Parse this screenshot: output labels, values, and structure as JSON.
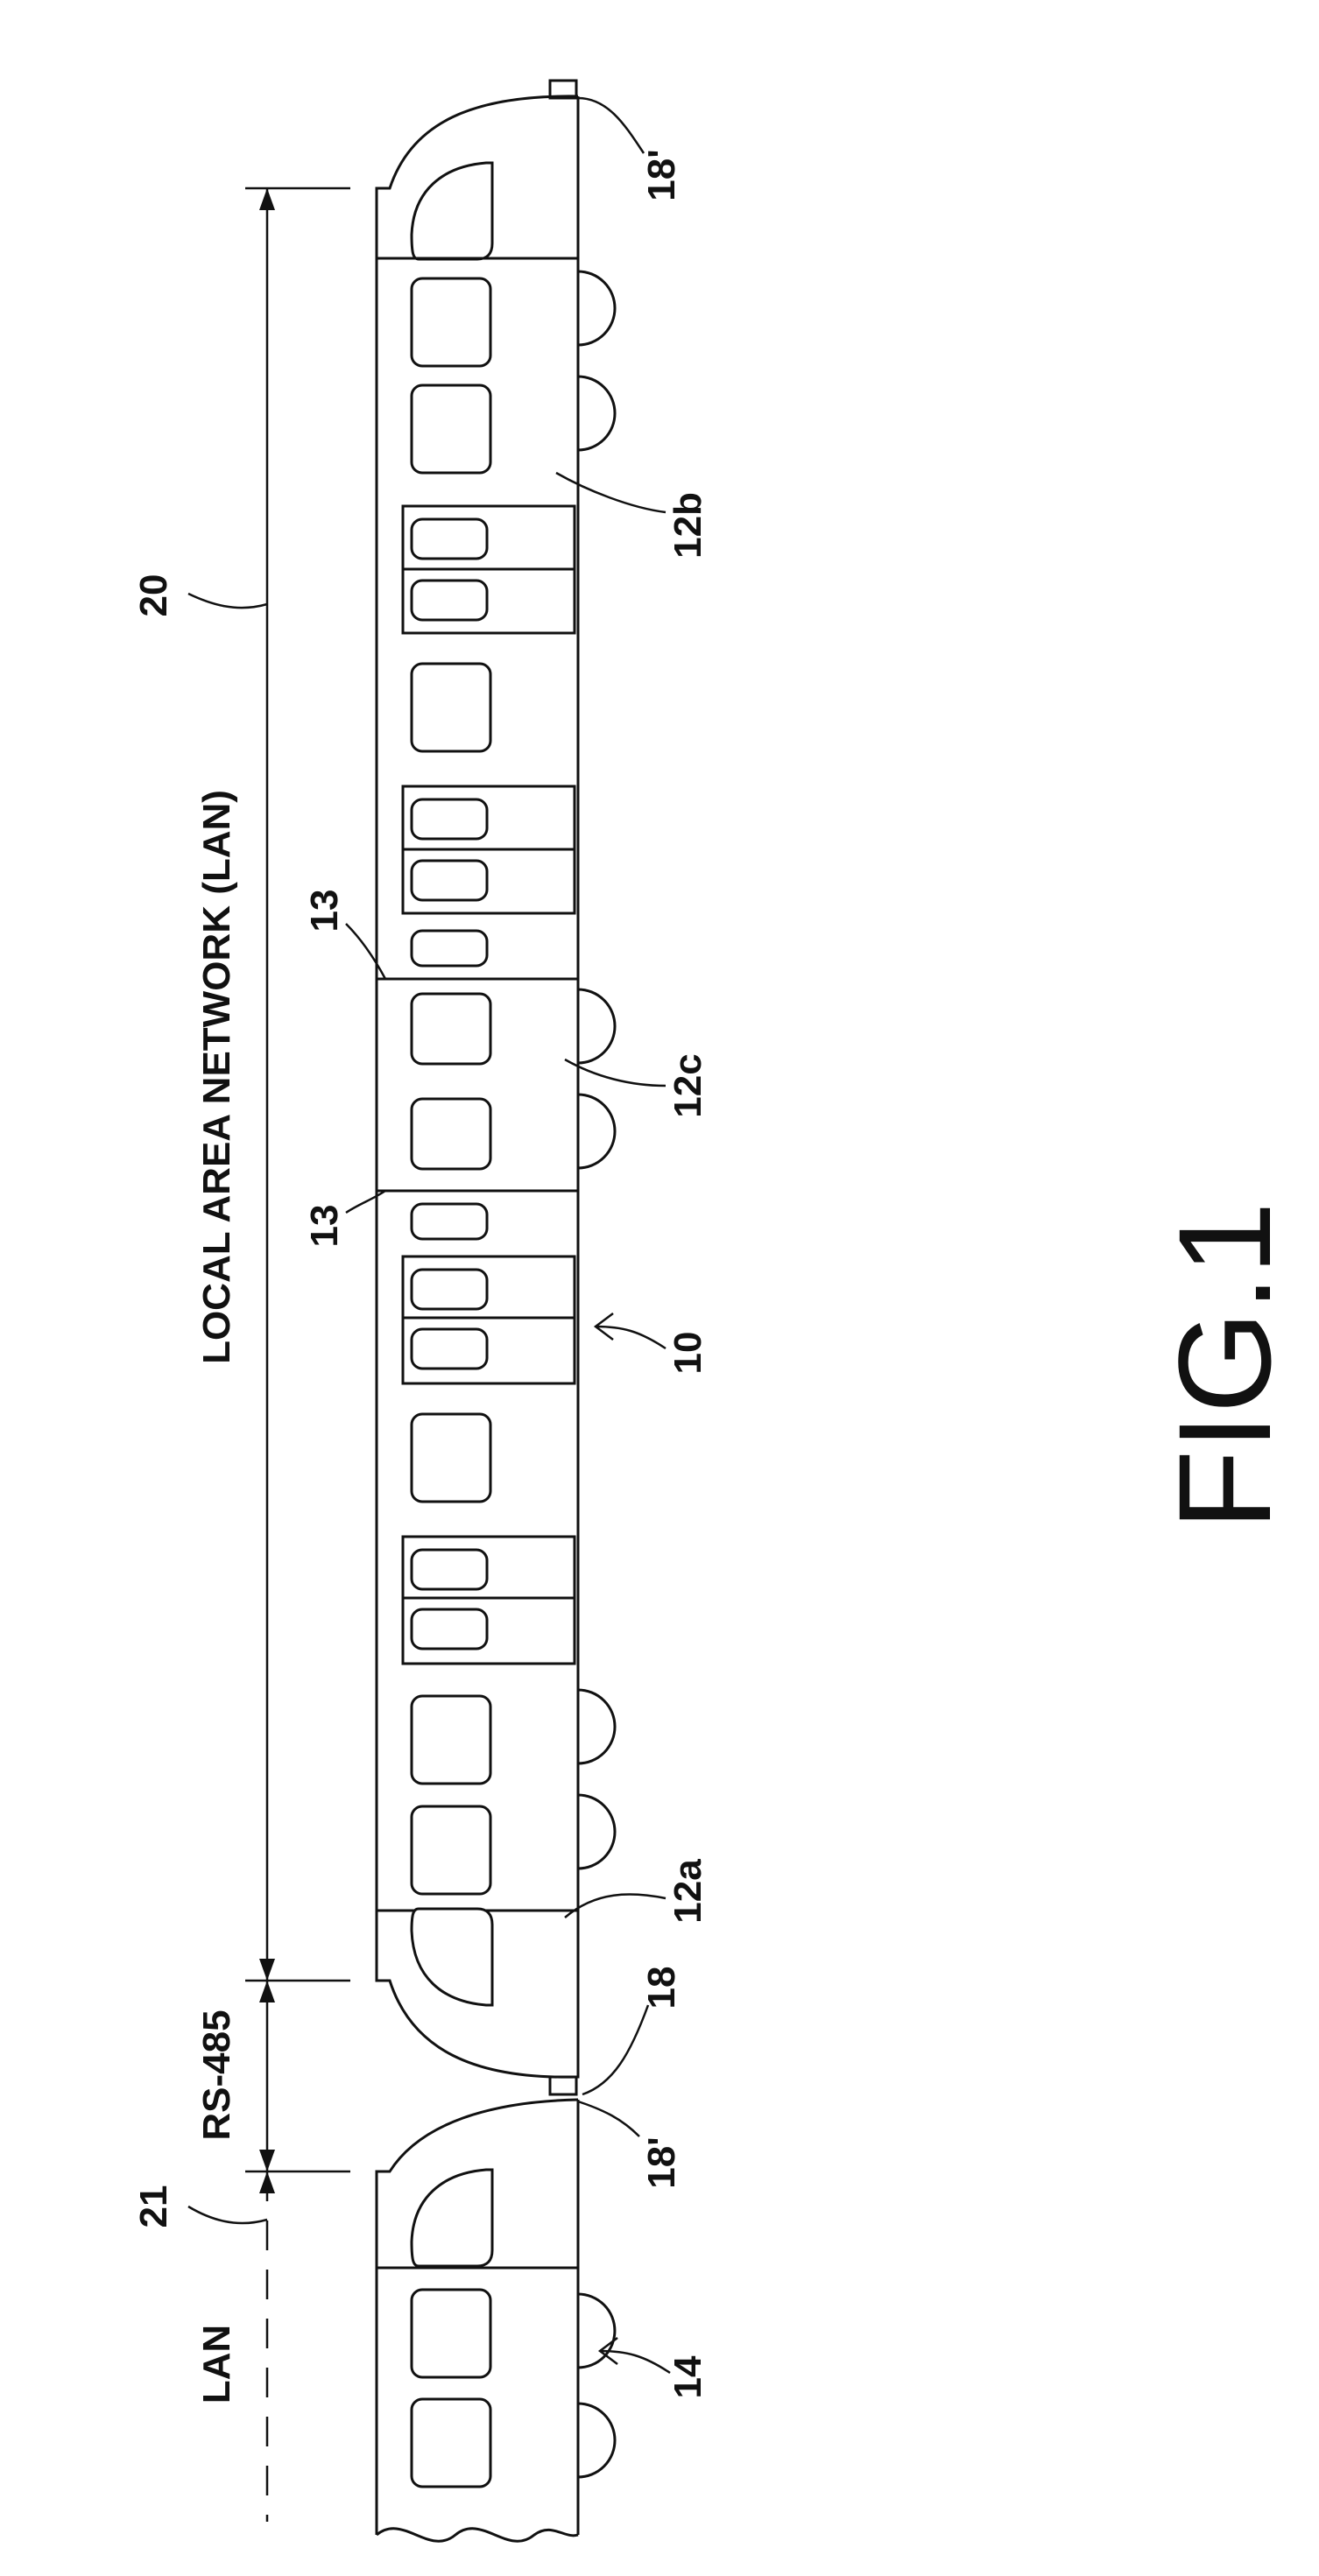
{
  "figure": {
    "caption": "FIG.1",
    "labels": {
      "lan_span": "LOCAL AREA NETWORK (LAN)",
      "rs485": "RS-485",
      "lan": "LAN",
      "ref_20": "20",
      "ref_21": "21",
      "ref_13_top": "13",
      "ref_13_bottom": "13",
      "ref_12a": "12a",
      "ref_12b": "12b",
      "ref_12c": "12c",
      "ref_10": "10",
      "ref_14": "14",
      "ref_18": "18",
      "ref_18p_top": "18'",
      "ref_18p_bottom": "18'"
    }
  }
}
